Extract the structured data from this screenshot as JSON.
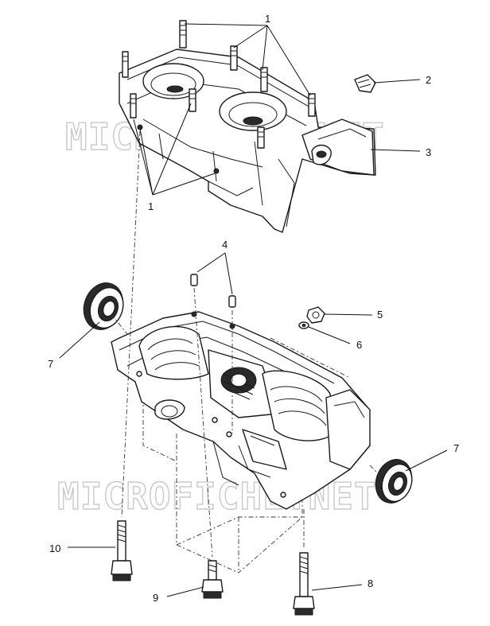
{
  "watermark": {
    "text": "MICROFICHE.NET",
    "color": "#c9c9c9"
  },
  "callouts": [
    {
      "id": "c1a",
      "label": "1"
    },
    {
      "id": "c1b",
      "label": "1"
    },
    {
      "id": "c2",
      "label": "2"
    },
    {
      "id": "c3",
      "label": "3"
    },
    {
      "id": "c4",
      "label": "4"
    },
    {
      "id": "c5",
      "label": "5"
    },
    {
      "id": "c6",
      "label": "6"
    },
    {
      "id": "c7a",
      "label": "7"
    },
    {
      "id": "c7b",
      "label": "7"
    },
    {
      "id": "c8",
      "label": "8"
    },
    {
      "id": "c9",
      "label": "9"
    },
    {
      "id": "c10",
      "label": "10"
    }
  ],
  "colors": {
    "line": "#1a1a1a",
    "background": "#ffffff"
  }
}
